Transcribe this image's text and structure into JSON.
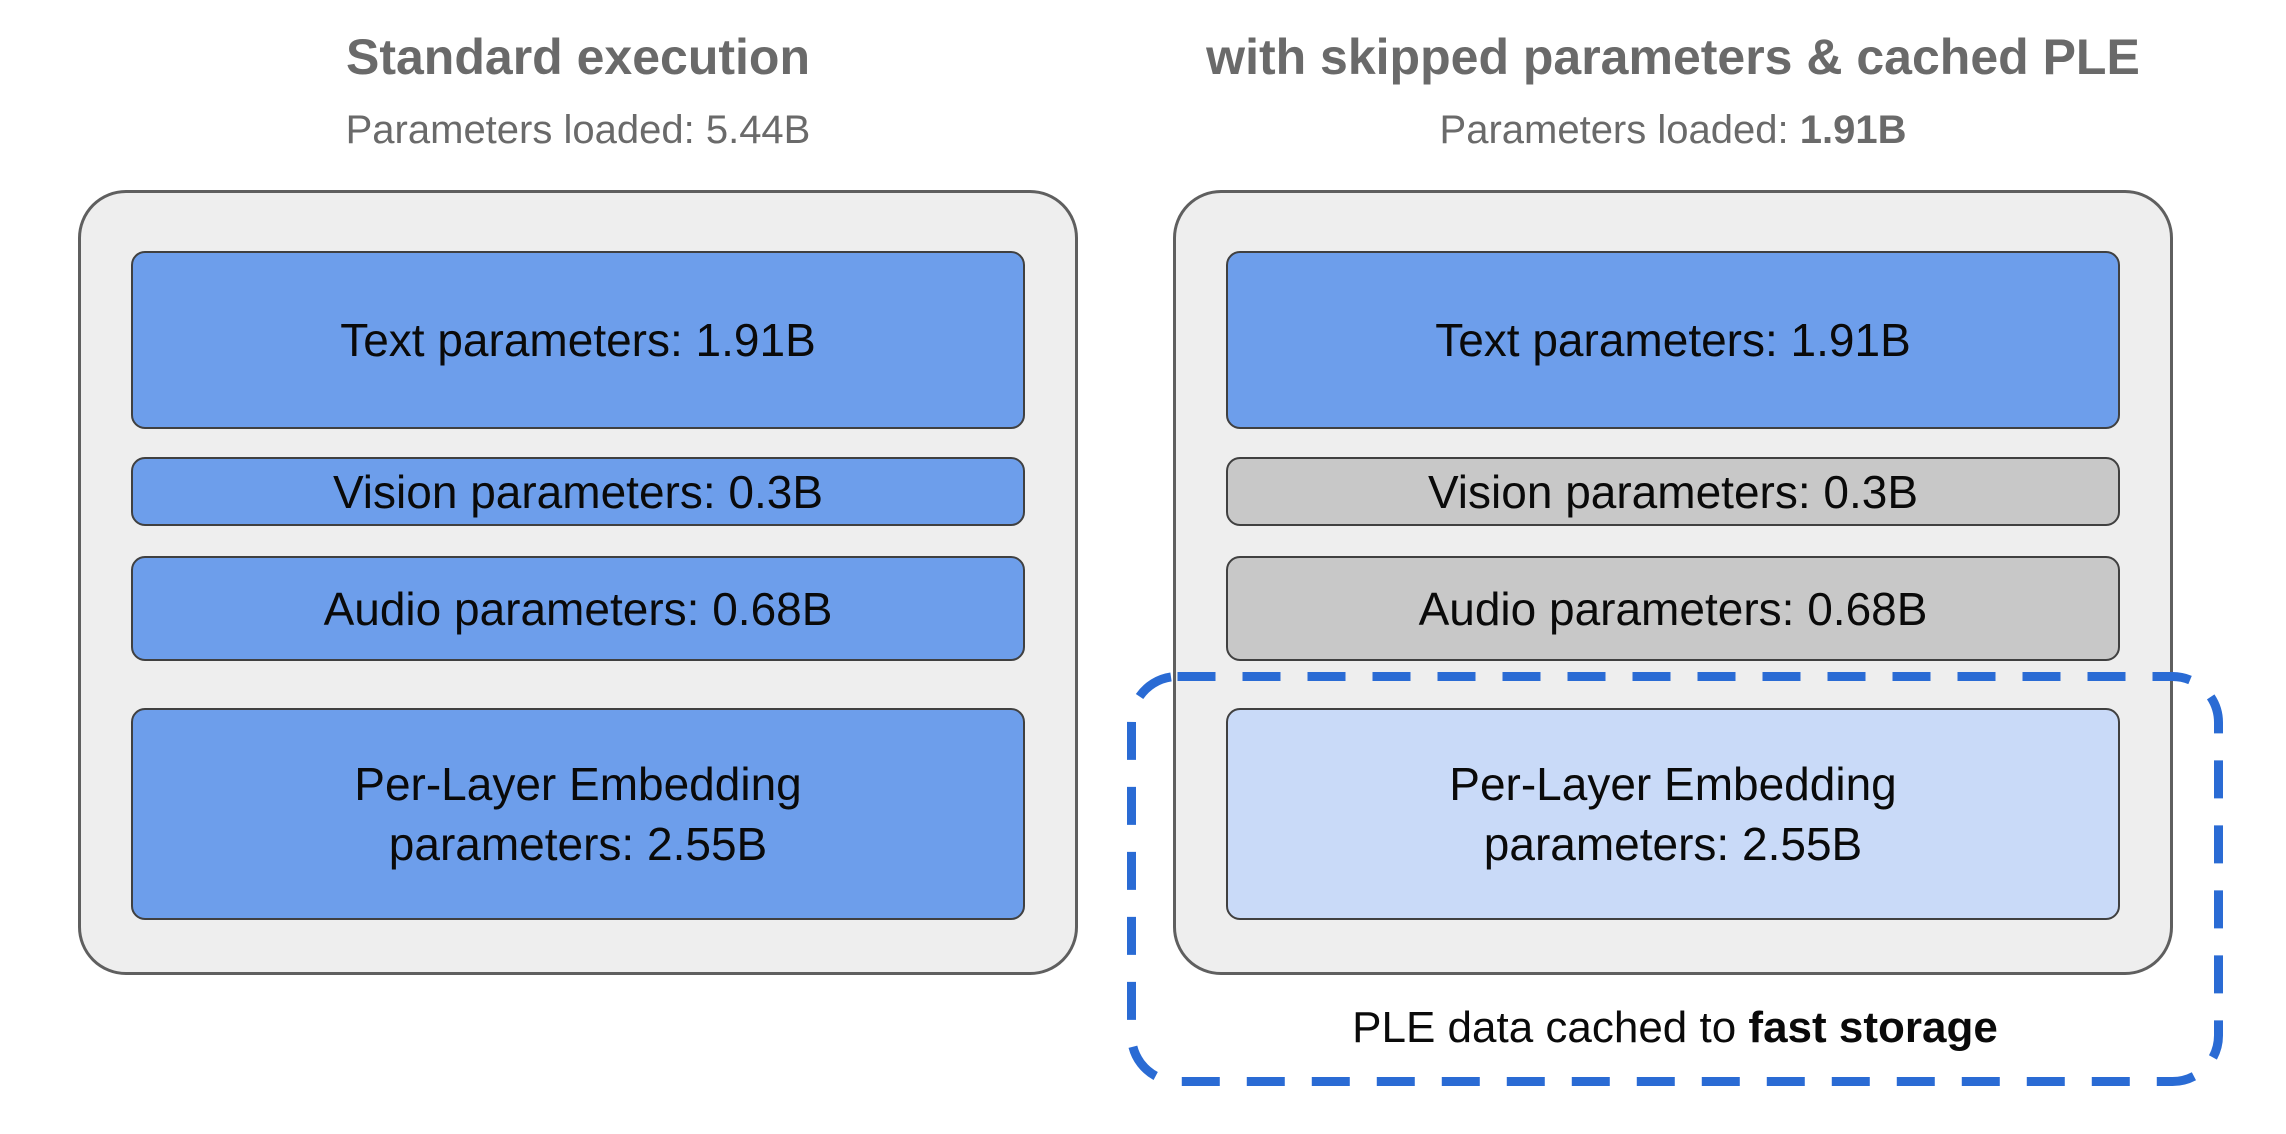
{
  "diagram": {
    "panels": [
      {
        "id": "standard-execution",
        "title": "Standard execution",
        "subtitle_label": "Parameters loaded: ",
        "subtitle_value": "5.44B",
        "boxes": [
          {
            "label": "Text parameters: 1.91B",
            "status": "loaded"
          },
          {
            "label": "Vision parameters: 0.3B",
            "status": "loaded"
          },
          {
            "label": "Audio parameters: 0.68B",
            "status": "loaded"
          },
          {
            "label": "Per-Layer Embedding parameters: 2.55B",
            "status": "loaded"
          }
        ]
      },
      {
        "id": "skipped-and-cached",
        "title": "with skipped parameters & cached PLE",
        "subtitle_label": "Parameters loaded: ",
        "subtitle_value": "1.91B",
        "boxes": [
          {
            "label": "Text parameters: 1.91B",
            "status": "loaded"
          },
          {
            "label": "Vision parameters: 0.3B",
            "status": "skipped"
          },
          {
            "label": "Audio parameters: 0.68B",
            "status": "skipped"
          },
          {
            "label": "Per-Layer Embedding parameters: 2.55B",
            "status": "cached"
          }
        ]
      }
    ],
    "cache_callout": {
      "text_regular": "PLE data cached to ",
      "text_bold": "fast storage"
    },
    "colors": {
      "loaded_fill": "#6d9eeb",
      "skipped_fill": "#c8c8c8",
      "cached_fill": "#c9daf8",
      "container_fill": "#eeeeee",
      "container_border": "#5f5f5f",
      "box_border": "#404040",
      "title_gray": "#6a6a6a",
      "dash_blue": "#2a6bd4",
      "label_black": "#0a0a0a"
    }
  }
}
